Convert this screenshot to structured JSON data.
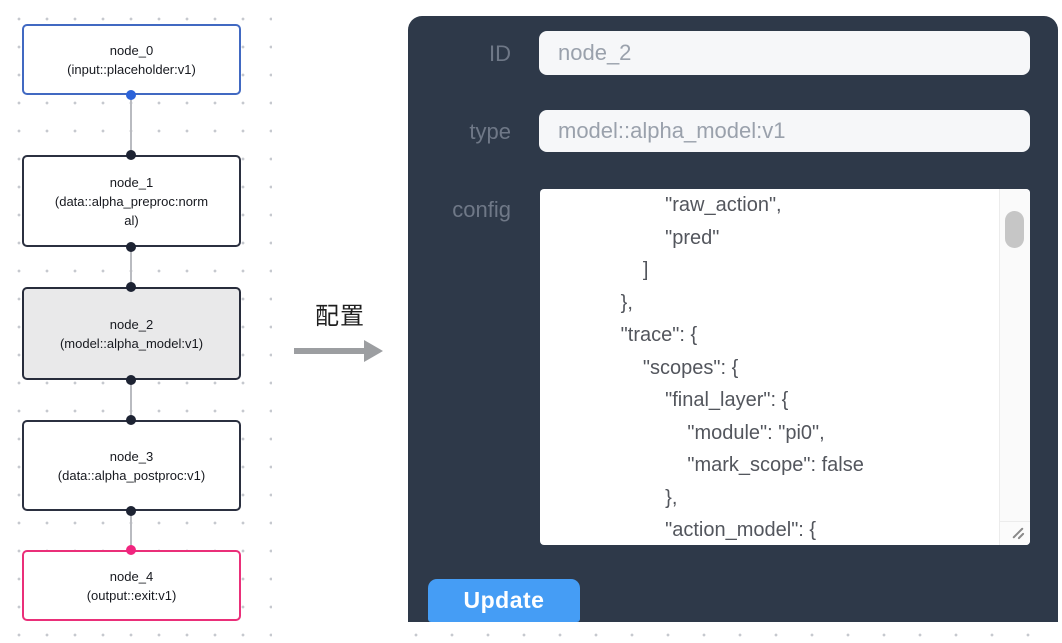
{
  "flowchart": {
    "nodes": [
      {
        "title": "node_0",
        "subtitle": "(input::placeholder:v1)",
        "variant": "input"
      },
      {
        "title": "node_1",
        "subtitle": "(data::alpha_preproc:normal)",
        "variant": "default"
      },
      {
        "title": "node_2",
        "subtitle": "(model::alpha_model:v1)",
        "variant": "selected"
      },
      {
        "title": "node_3",
        "subtitle": "(data::alpha_postproc:v1)",
        "variant": "default"
      },
      {
        "title": "node_4",
        "subtitle": "(output::exit:v1)",
        "variant": "output"
      }
    ]
  },
  "transfer": {
    "label": "配置"
  },
  "panel": {
    "fields": [
      {
        "label": "ID",
        "value": "node_2"
      },
      {
        "label": "type",
        "value": "model::alpha_model:v1"
      }
    ],
    "config": {
      "label": "config",
      "lines": [
        "                    \"raw_action\",",
        "                    \"pred\"",
        "                ]",
        "            },",
        "            \"trace\": {",
        "                \"scopes\": {",
        "                    \"final_layer\": {",
        "                        \"module\": \"pi0\",",
        "                        \"mark_scope\": false",
        "                    },",
        "                    \"action_model\": {"
      ]
    },
    "update_label": "Update"
  },
  "colors": {
    "panel_bg": "#2e3949",
    "input_node_accent": "#4169c2",
    "output_node_accent": "#ea2f79",
    "selected_node_bg": "#e9e9ea",
    "button_blue": "#459df5",
    "port_blue": "#2c63d9",
    "port_dark": "#1d2333",
    "port_pink": "#f1257f"
  }
}
